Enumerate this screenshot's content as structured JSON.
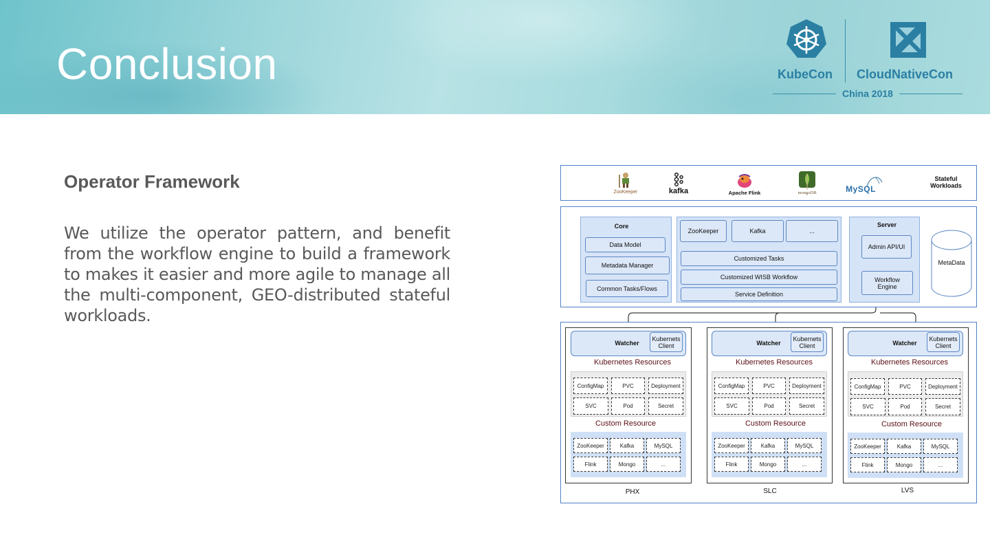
{
  "slide": {
    "title": "Conclusion",
    "heading": "Operator Framework",
    "paragraph": "We utilize the operator pattern, and benefit from the workflow engine to build a framework to makes it easier and more agile to manage all the multi-component, GEO-distributed stateful workloads."
  },
  "branding": {
    "kubecon": "KubeCon",
    "cloudnativecon": "CloudNativeCon",
    "edition": "China 2018",
    "brand_color": "#2a7fa3"
  },
  "diagram": {
    "workloads": {
      "logos": [
        "ZooKeeper",
        "kafka",
        "Apache Flink",
        "mongoDB",
        "MySQL"
      ],
      "label": "Stateful\nWorkloads"
    },
    "control": {
      "core": {
        "title": "Core",
        "items": [
          "Data Model",
          "Metadata Manager",
          "Common Tasks/Flows"
        ]
      },
      "components": [
        "ZooKeeper",
        "Kafka",
        "..."
      ],
      "layers": [
        "Customized Tasks",
        "Customized WISB Workflow",
        "Service Definition"
      ],
      "server": {
        "title": "Server",
        "items": [
          "Admin API/UI",
          "Workflow\nEngine"
        ]
      },
      "metadata": "MetaData"
    },
    "regions": [
      {
        "name": "PHX",
        "watcher": "Watcher",
        "client": "Kubernets\nClient",
        "k8s_title": "Kubernetes Resources",
        "k8s_items": [
          "ConfigMap",
          "PVC",
          "Deployment",
          "SVC",
          "Pod",
          "Secret"
        ],
        "custom_title": "Custom Resource",
        "custom_items": [
          "ZooKeeper",
          "Kafka",
          "MySQL",
          "Flink",
          "Mongo",
          "..."
        ]
      },
      {
        "name": "SLC",
        "watcher": "Watcher",
        "client": "Kubernets\nClient",
        "k8s_title": "Kubernetes Resources",
        "k8s_items": [
          "ConfigMap",
          "PVC",
          "Deployment",
          "SVC",
          "Pod",
          "Secret"
        ],
        "custom_title": "Custom Resource",
        "custom_items": [
          "ZooKeeper",
          "Kafka",
          "MySQL",
          "Flink",
          "Mongo",
          "..."
        ]
      },
      {
        "name": "LVS",
        "watcher": "Watcher",
        "client": "Kubernets\nClient",
        "k8s_title": "Kubernetes Resources",
        "k8s_items": [
          "ConfigMap",
          "PVC",
          "Deployment",
          "SVC",
          "Pod",
          "Secret"
        ],
        "custom_title": "Custom Resource",
        "custom_items": [
          "ZooKeeper",
          "Kafka",
          "MySQL",
          "Flink",
          "Mongo",
          "..."
        ]
      }
    ]
  }
}
